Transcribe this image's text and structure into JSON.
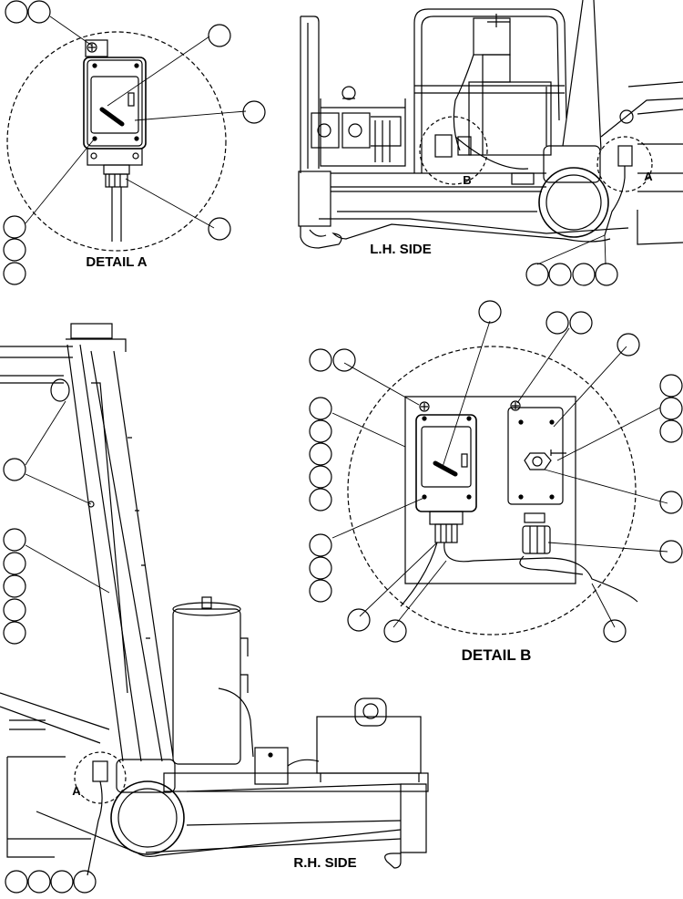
{
  "labels": {
    "detail_a": "DETAIL A",
    "detail_b": "DETAIL B",
    "lh_side": "L.H. SIDE",
    "rh_side": "R.H. SIDE",
    "marker_a_lh": "A",
    "marker_b_lh": "B",
    "marker_a_rh": "A"
  },
  "callout_bubbles": "blank (no item numbers printed)"
}
